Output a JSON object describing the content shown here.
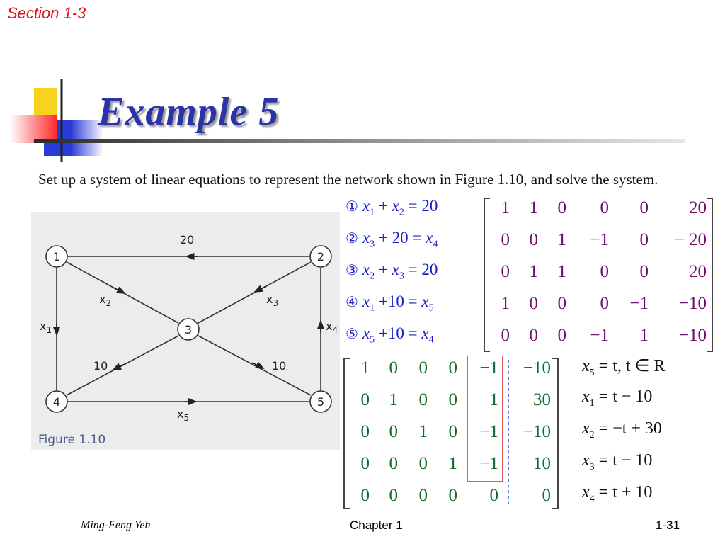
{
  "header": {
    "section": "Section 1-3",
    "title": "Example 5"
  },
  "problem_text": "Set up a system of linear equations to represent the network shown in Figure 1.10, and solve the system.",
  "figure": {
    "caption": "Figure 1.10",
    "nodes": [
      {
        "id": "1",
        "label": "1"
      },
      {
        "id": "2",
        "label": "2"
      },
      {
        "id": "3",
        "label": "3"
      },
      {
        "id": "4",
        "label": "4"
      },
      {
        "id": "5",
        "label": "5"
      }
    ],
    "edge_labels": {
      "e21": "20",
      "x2": "x",
      "x2_sub": "2",
      "x3": "x",
      "x3_sub": "3",
      "x1": "x",
      "x1_sub": "1",
      "x4": "x",
      "x4_sub": "4",
      "e34": "10",
      "e53": "10",
      "x5": "x",
      "x5_sub": "5"
    }
  },
  "equations": [
    {
      "marker": "①",
      "terms": [
        [
          "x",
          "1"
        ],
        [
          " + ",
          ""
        ],
        [
          "x",
          "2"
        ],
        [
          " = 20",
          ""
        ]
      ]
    },
    {
      "marker": "②",
      "terms": [
        [
          "x",
          "3"
        ],
        [
          " + 20 = ",
          ""
        ],
        [
          "x",
          "4"
        ]
      ]
    },
    {
      "marker": "③",
      "terms": [
        [
          "x",
          "2"
        ],
        [
          " + ",
          ""
        ],
        [
          "x",
          "3"
        ],
        [
          " = 20",
          ""
        ]
      ]
    },
    {
      "marker": "④",
      "terms": [
        [
          "x",
          "1"
        ],
        [
          " +10 = ",
          ""
        ],
        [
          "x",
          "5"
        ]
      ]
    },
    {
      "marker": "⑤",
      "terms": [
        [
          "x",
          "5"
        ],
        [
          " +10 = ",
          ""
        ],
        [
          "x",
          "4"
        ]
      ]
    }
  ],
  "augmented_matrix": [
    [
      "1",
      "1",
      "0",
      "0",
      "0",
      "20"
    ],
    [
      "0",
      "0",
      "1",
      "−1",
      "0",
      "− 20"
    ],
    [
      "0",
      "1",
      "1",
      "0",
      "0",
      "20"
    ],
    [
      "1",
      "0",
      "0",
      "0",
      "−1",
      "−10"
    ],
    [
      "0",
      "0",
      "0",
      "−1",
      "1",
      "−10"
    ]
  ],
  "rref_matrix": [
    [
      "1",
      "0",
      "0",
      "0",
      "−1",
      "−10"
    ],
    [
      "0",
      "1",
      "0",
      "0",
      "1",
      "30"
    ],
    [
      "0",
      "0",
      "1",
      "0",
      "−1",
      "−10"
    ],
    [
      "0",
      "0",
      "0",
      "1",
      "−1",
      "10"
    ],
    [
      "0",
      "0",
      "0",
      "0",
      "0",
      "0"
    ]
  ],
  "solution": [
    {
      "var": "x",
      "sub": "5",
      "rhs": " = t,    t ∈ R"
    },
    {
      "var": "x",
      "sub": "1",
      "rhs": " = t − 10"
    },
    {
      "var": "x",
      "sub": "2",
      "rhs": " = −t + 30"
    },
    {
      "var": "x",
      "sub": "3",
      "rhs": " = t − 10"
    },
    {
      "var": "x",
      "sub": "4",
      "rhs": " = t + 10"
    }
  ],
  "footer": {
    "author": "Ming-Feng Yeh",
    "chapter": "Chapter 1",
    "page": "1-31"
  },
  "colors": {
    "section_red": "#d8141c",
    "title_blue": "#2b33a8",
    "equation_blue": "#1a1fc8",
    "matrix1_purple": "#6e0e6e",
    "matrix2_green": "#0f6e2c",
    "highlight_red": "#e03030",
    "deco_yellow": "#f7d31d",
    "deco_blue": "#2a3cd6",
    "deco_red": "#ff2a2a"
  }
}
